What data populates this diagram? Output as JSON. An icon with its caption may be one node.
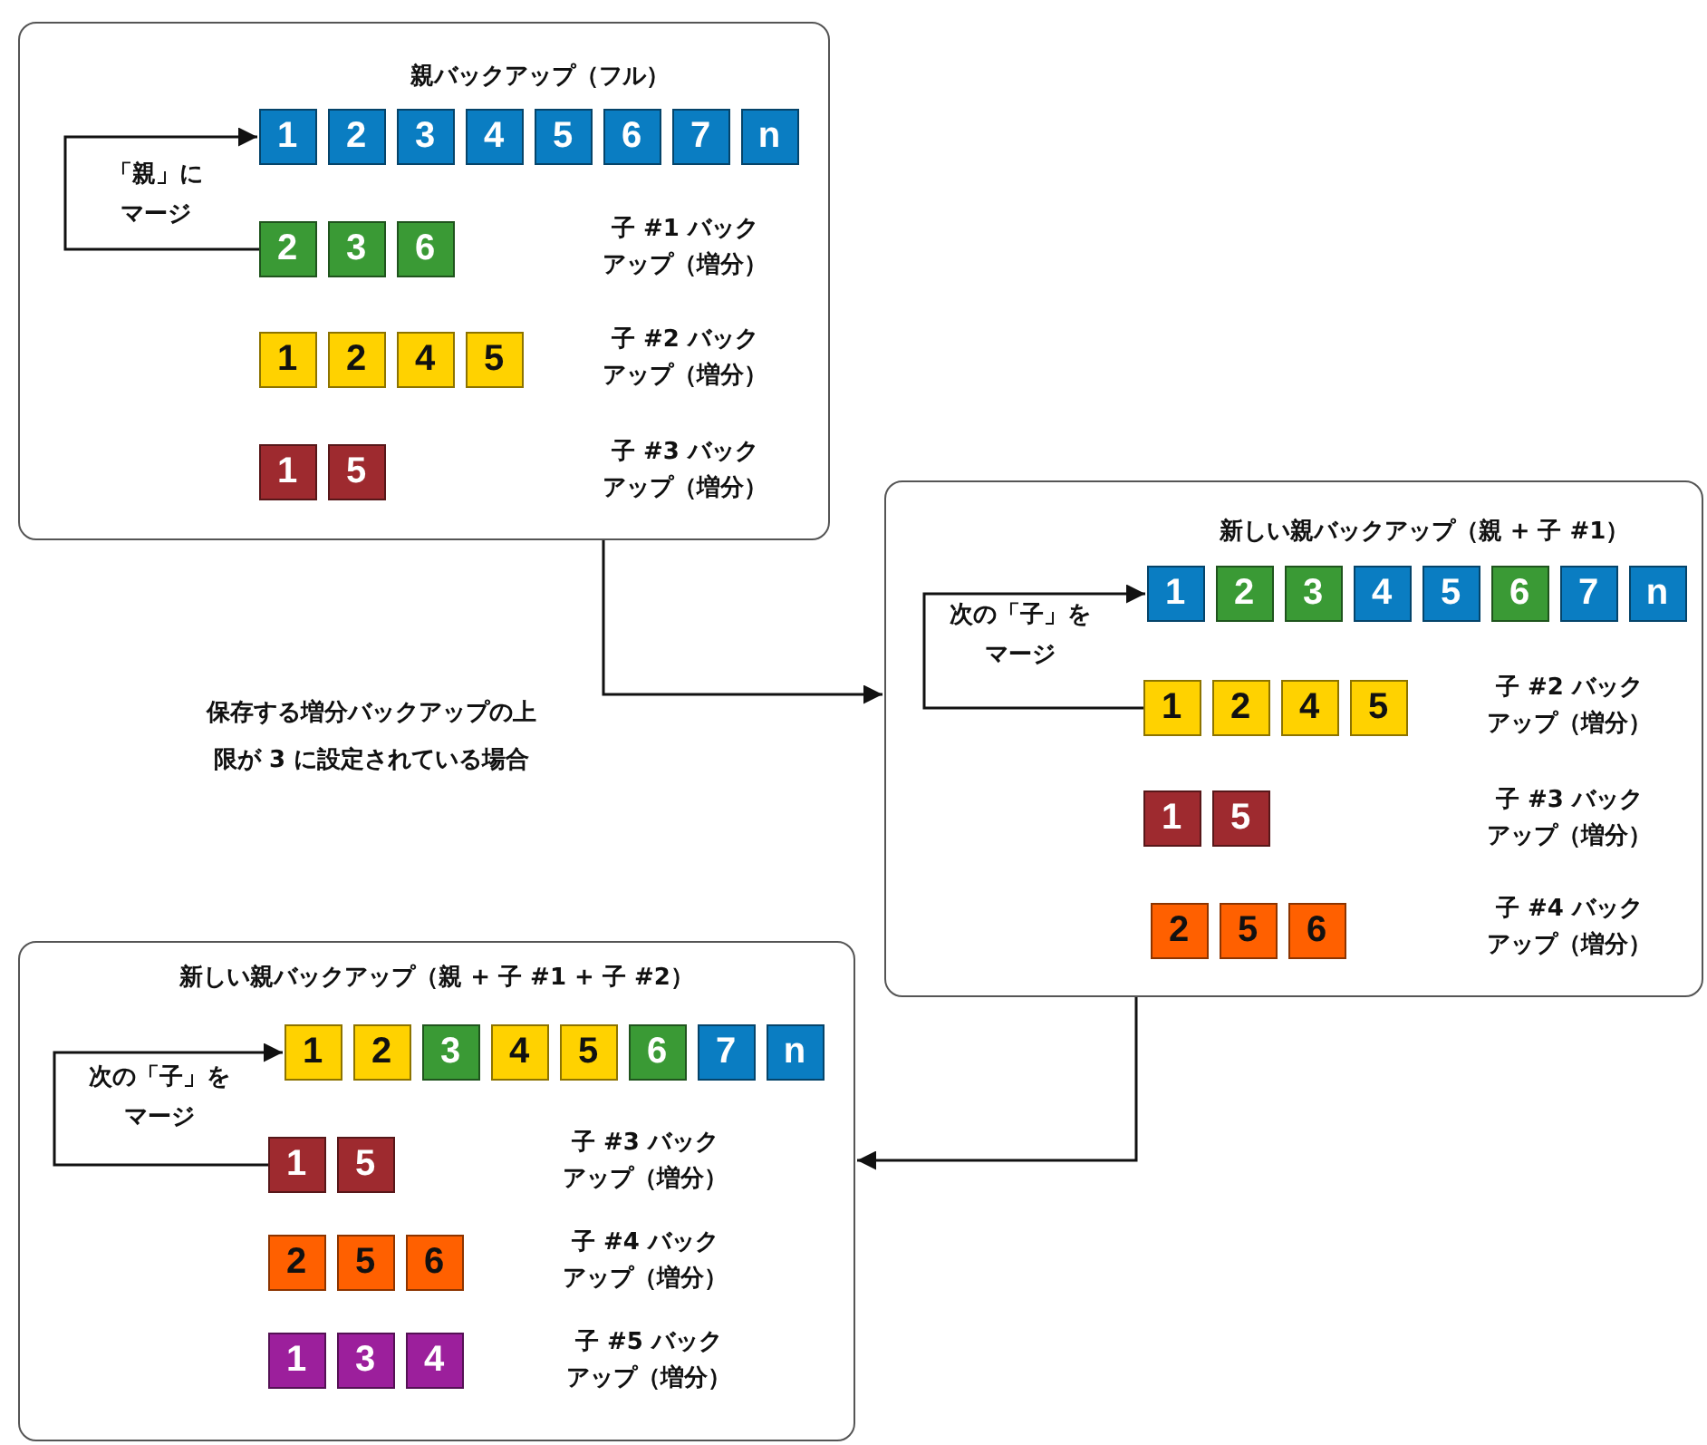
{
  "diagram": {
    "nodes": [
      {
        "text": [
          "親バックアップ（フル）"
        ]
      },
      {
        "text": [
          "1"
        ],
        "in": 0
      },
      {
        "text": [
          "2"
        ],
        "in": 0
      },
      {
        "text": [
          "3"
        ],
        "in": 0
      },
      {
        "text": [
          "4"
        ],
        "in": 0
      },
      {
        "text": [
          "5"
        ],
        "in": 0
      },
      {
        "text": [
          "6"
        ],
        "in": 0
      },
      {
        "text": [
          "7"
        ],
        "in": 0
      },
      {
        "text": [
          "n"
        ],
        "in": 0
      },
      {
        "text": [
          "2"
        ],
        "in": 0
      },
      {
        "text": [
          "3"
        ],
        "in": 0
      },
      {
        "text": [
          "6"
        ],
        "in": 0
      },
      {
        "text": [
          "1"
        ],
        "in": 0
      },
      {
        "text": [
          "2"
        ],
        "in": 0
      },
      {
        "text": [
          "4"
        ],
        "in": 0
      },
      {
        "text": [
          "5"
        ],
        "in": 0
      },
      {
        "text": [
          "1"
        ],
        "in": 0
      },
      {
        "text": [
          "5"
        ],
        "in": 0
      },
      {
        "text": [
          "新しい親バックアップ（親 + 子 #1）"
        ]
      },
      {
        "text": [
          "1"
        ],
        "in": 18
      },
      {
        "text": [
          "2"
        ],
        "in": 18
      },
      {
        "text": [
          "3"
        ],
        "in": 18
      },
      {
        "text": [
          "4"
        ],
        "in": 18
      },
      {
        "text": [
          "5"
        ],
        "in": 18
      },
      {
        "text": [
          "6"
        ],
        "in": 18
      },
      {
        "text": [
          "7"
        ],
        "in": 18
      },
      {
        "text": [
          "n"
        ],
        "in": 18
      },
      {
        "text": [
          "1"
        ],
        "in": 18
      },
      {
        "text": [
          "2"
        ],
        "in": 18
      },
      {
        "text": [
          "4"
        ],
        "in": 18
      },
      {
        "text": [
          "5"
        ],
        "in": 18
      },
      {
        "text": [
          "1"
        ],
        "in": 18
      },
      {
        "text": [
          "5"
        ],
        "in": 18
      },
      {
        "text": [
          "2"
        ],
        "in": 18
      },
      {
        "text": [
          "5"
        ],
        "in": 18
      },
      {
        "text": [
          "6"
        ],
        "in": 18
      },
      {
        "text": [
          "新しい親バックアップ（親 + 子 #1 + 子 #2）"
        ]
      },
      {
        "text": [
          "1"
        ],
        "in": 36
      },
      {
        "text": [
          "2"
        ],
        "in": 36
      },
      {
        "text": [
          "3"
        ],
        "in": 36
      },
      {
        "text": [
          "4"
        ],
        "in": 36
      },
      {
        "text": [
          "5"
        ],
        "in": 36
      },
      {
        "text": [
          "6"
        ],
        "in": 36
      },
      {
        "text": [
          "7"
        ],
        "in": 36
      },
      {
        "text": [
          "n"
        ],
        "in": 36
      },
      {
        "text": [
          "1"
        ],
        "in": 36
      },
      {
        "text": [
          "5"
        ],
        "in": 36
      },
      {
        "text": [
          "2"
        ],
        "in": 36
      },
      {
        "text": [
          "5"
        ],
        "in": 36
      },
      {
        "text": [
          "6"
        ],
        "in": 36
      },
      {
        "text": [
          "1"
        ],
        "in": 36
      },
      {
        "text": [
          "3"
        ],
        "in": 36
      },
      {
        "text": [
          "4"
        ],
        "in": 36
      }
    ],
    "edges": [
      {
        "from": 9,
        "to": 1,
        "arrow": "to",
        "label": "「親」にマージ"
      },
      {
        "from": 27,
        "to": 19,
        "arrow": "to",
        "label": "次の「子」をマージ"
      },
      {
        "from": 45,
        "to": 37,
        "arrow": "to",
        "label": "次の「子」をマージ"
      },
      {
        "from": 0,
        "to": 18,
        "arrow": "to"
      },
      {
        "from": 18,
        "to": 36,
        "arrow": "to"
      }
    ],
    "labels": [
      "子 #1 バックアップ（増分）",
      "子 #2 バックアップ（増分）",
      "子 #3 バックアップ（増分）",
      "保存する増分バックアップの上限が 3 に設定されている場合",
      "子 #2 バックアップ（増分）",
      "子 #3 バックアップ（増分）",
      "子 #4 バックアップ（増分）",
      "子 #3 バックアップ（増分）",
      "子 #4 バックアップ（増分）",
      "子 #5 バックアップ（増分）"
    ]
  }
}
